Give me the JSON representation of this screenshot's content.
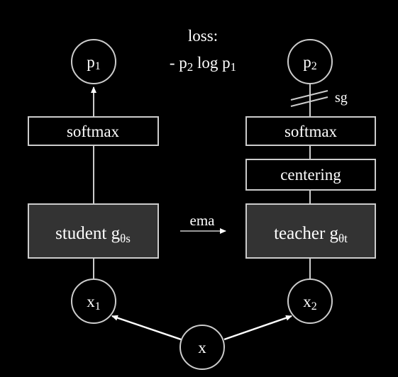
{
  "colors": {
    "background": "#000000",
    "stroke": "#cccccc",
    "text": "#ffffff",
    "model_box_fill": "#333333"
  },
  "loss": {
    "title": "loss:",
    "formula_prefix": "- p",
    "formula_sub1": "2",
    "formula_mid": " log p",
    "formula_sub2": "1"
  },
  "nodes": {
    "p1": {
      "base": "p",
      "sub": "1"
    },
    "p2": {
      "base": "p",
      "sub": "2"
    },
    "x1": {
      "base": "x",
      "sub": "1"
    },
    "x2": {
      "base": "x",
      "sub": "2"
    },
    "x": {
      "label": "x"
    }
  },
  "student": {
    "softmax_label": "softmax",
    "model_label": "student g",
    "model_sub": "θs"
  },
  "teacher": {
    "softmax_label": "softmax",
    "centering_label": "centering",
    "model_label": "teacher g",
    "model_sub": "θt"
  },
  "ema_label": "ema",
  "sg_label": "sg"
}
